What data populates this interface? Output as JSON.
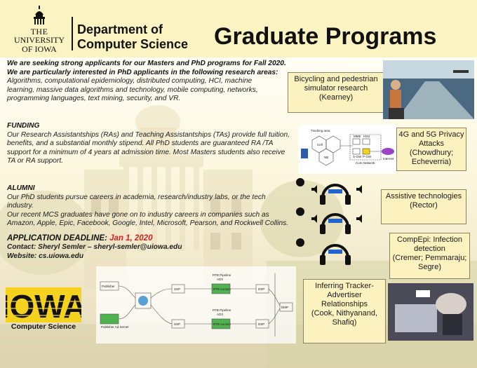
{
  "header": {
    "logo_line1": "THE",
    "logo_line2": "UNIVERSITY",
    "logo_line3": "OF IOWA",
    "dept_line1": "Department of",
    "dept_line2": "Computer Science",
    "title": "Graduate Programs"
  },
  "intro": {
    "line1": "We are seeking strong applicants for our Masters and PhD programs for Fall 2020.",
    "line2_prefix": "We are particularly interested in PhD applicants in the following ",
    "line2_emph": "research areas:",
    "areas": "Algorithms, computational epidemiology, distributed computing, HCI, machine learning, massive data algorithms and technology, mobile computing, networks, programming languages, text mining, security, and VR."
  },
  "funding": {
    "title": "FUNDING",
    "body": "Our Research Assistantships (RAs) and Teaching Assistantships (TAs) provide full tuition, benefits, and a substantial monthly stipend. All PhD students are guaranteed RA /TA support for a minimum of 4 years at admission time. Most Masters students also receive TA or RA support."
  },
  "alumni": {
    "title": "ALUMNI",
    "body1": "Our PhD students pursue careers in academia, research/industry labs, or the tech industry.",
    "body2": "Our recent MCS graduates have gone on to industry careers in companies such as Amazon, Apple, Epic, Facebook, Google, Intel, Microsoft, Pearson, and Rockwell Collins."
  },
  "deadline": {
    "label": "APPLICATION DEADLINE: ",
    "date": "Jan 1, 2020",
    "contact_label": "Contact:",
    "contact_value": " Sheryl Semler – sheryl-semler@uiowa.edu",
    "website_label": "Website:",
    "website_value": " cs.uiowa.edu"
  },
  "cs_logo": {
    "word": "IOWA",
    "label": "Computer Science"
  },
  "research": [
    {
      "title": "Bicycling and pedestrian simulator research",
      "people": "(Kearney)"
    },
    {
      "title": "4G and 5G Privacy Attacks",
      "people": "(Chowdhury; Echeverria)"
    },
    {
      "title": "Assistive technologies",
      "people": "(Rector)"
    },
    {
      "title": "CompEpi: Infection detection",
      "people": "(Cremer; Pemmaraju; Segre)"
    },
    {
      "title": "Inferring Tracker-Advertiser Relationships",
      "people": "(Cook, Nithyanand, Shafiq)"
    }
  ],
  "diagram_4g": {
    "labels": [
      "Tracking area",
      "Cell",
      "NB",
      "MME",
      "S-GW",
      "P-GW",
      "HSS",
      "Core Network",
      "Internet"
    ]
  },
  "diagram_pipeline": {
    "labels": [
      "Publisher",
      "Publisher Ad Server",
      "SSP",
      "SSP",
      "RTB Pipeline",
      "ADX",
      "RTB Auction",
      "RTB Pipeline",
      "ADX",
      "RTB Auction",
      "DSP",
      "DSP",
      "DMP"
    ]
  },
  "colors": {
    "header_bg": "#fbf3c2",
    "callout_bg": "#fbf2c0",
    "deadline_red": "#d42020",
    "rtb_green": "#4fb24f",
    "headphone_blue": "#2266cc"
  }
}
